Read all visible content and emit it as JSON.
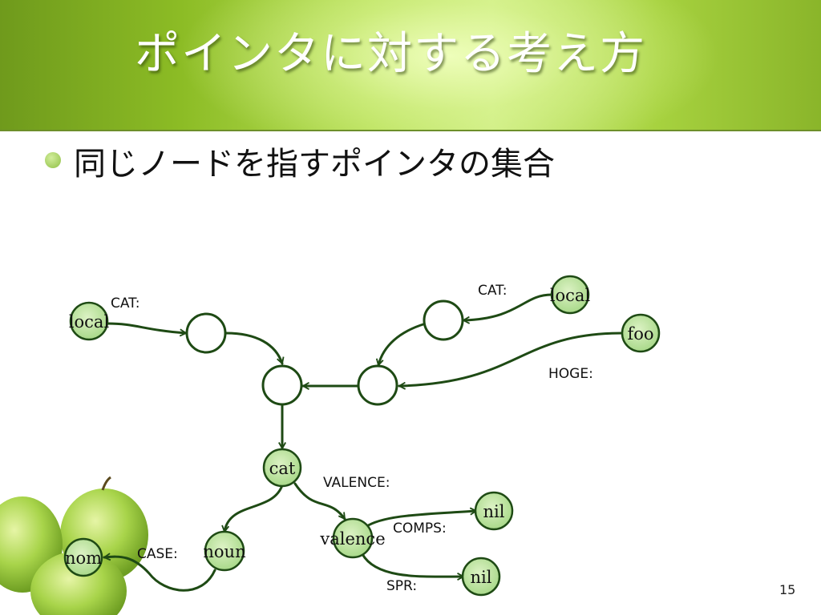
{
  "slide": {
    "title": "ポインタに対する考え方",
    "bullet": "同じノードを指すポインタの集合",
    "page_number": "15"
  },
  "colors": {
    "edge": "#1e4a14",
    "node_fill_empty": "#ffffff",
    "node_fill_labeled": "#c7e8a8",
    "node_stroke": "#1e4a14"
  },
  "diagram": {
    "nodes": {
      "local_left": "local",
      "local_right": "local",
      "foo": "foo",
      "cat": "cat",
      "valence": "valence",
      "noun": "noun",
      "nom": "nom",
      "nil_comps": "nil",
      "nil_spr": "nil"
    },
    "edge_labels": {
      "cat_left": "CAT:",
      "cat_right": "CAT:",
      "hoge": "HOGE:",
      "valence": "VALENCE:",
      "comps": "COMPS:",
      "case": "CASE:",
      "spr": "SPR:"
    }
  }
}
